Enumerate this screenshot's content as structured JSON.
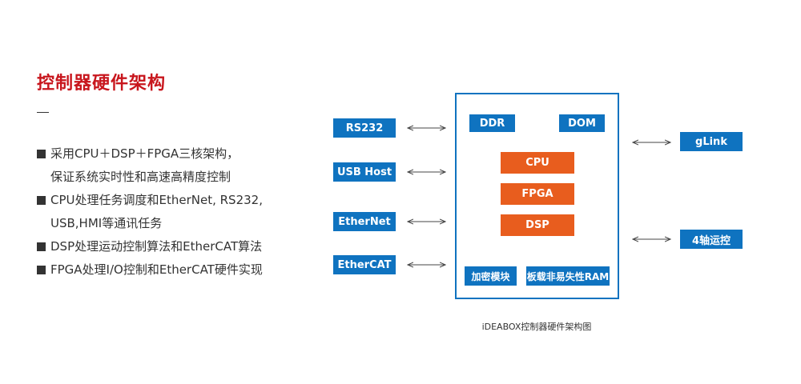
{
  "section": {
    "title": "控制器硬件架构",
    "dash": "—",
    "bullets": [
      {
        "line1": "采用CPU＋DSP＋FPGA三核架构，",
        "line2": "保证系统实时性和高速高精度控制"
      },
      {
        "line1": "CPU处理任务调度和EtherNet, RS232,",
        "line2": "USB,HMI等通讯任务"
      },
      {
        "line1": "DSP处理运动控制算法和EtherCAT算法",
        "line2": ""
      },
      {
        "line1": "FPGA处理I/O控制和EtherCAT硬件实现",
        "line2": ""
      }
    ]
  },
  "diagram": {
    "left_ports": [
      "RS232",
      "USB Host",
      "EtherNet",
      "EtherCAT"
    ],
    "right_ports": [
      "gLink",
      "4轴运控"
    ],
    "memory": [
      "DDR",
      "DOM"
    ],
    "processors": [
      "CPU",
      "FPGA",
      "DSP"
    ],
    "bottom_modules": [
      "加密模块",
      "板载非易失性RAM"
    ],
    "caption": "iDEABOX控制器硬件架构图",
    "colors": {
      "blue": "#0f73c0",
      "orange": "#e85d1e",
      "title_red": "#c8161d"
    }
  }
}
